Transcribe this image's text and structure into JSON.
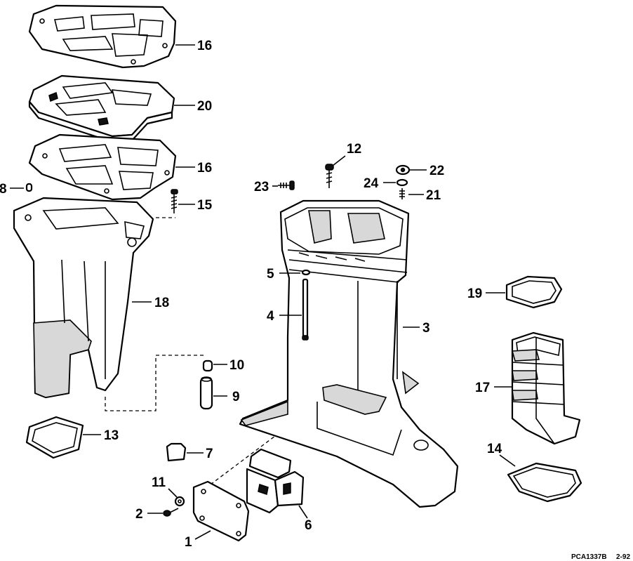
{
  "callouts": {
    "c1": "1",
    "c2": "2",
    "c3": "3",
    "c4": "4",
    "c5": "5",
    "c6": "6",
    "c7": "7",
    "c8": "8",
    "c9": "9",
    "c10": "10",
    "c11": "11",
    "c12": "12",
    "c13": "13",
    "c14": "14",
    "c15": "15",
    "c16a": "16",
    "c16b": "16",
    "c17": "17",
    "c18": "18",
    "c19": "19",
    "c20": "20",
    "c21": "21",
    "c22": "22",
    "c23": "23",
    "c24": "24"
  },
  "footer": {
    "drawing_ref": "PCA1337B",
    "date_code": "2-92"
  }
}
